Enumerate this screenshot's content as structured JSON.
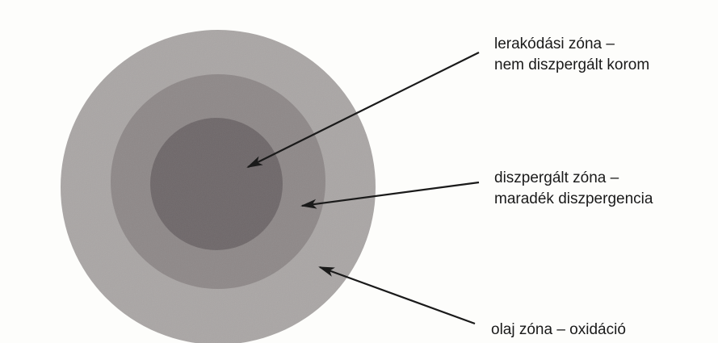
{
  "labels": {
    "deposit": {
      "line1": "lerakódási zóna –",
      "line2": "nem diszpergált korom"
    },
    "dispersed": {
      "line1": "diszpergált zóna –",
      "line2": "maradék diszpergencia"
    },
    "oil": {
      "line1": "olaj zóna – oxidáció"
    }
  },
  "colors": {
    "outer_zone": "#a9a5a4",
    "middle_zone": "#8c8686",
    "inner_zone": "#6b6466",
    "arrow": "#1a1a1a",
    "text": "#1a1a1a"
  }
}
